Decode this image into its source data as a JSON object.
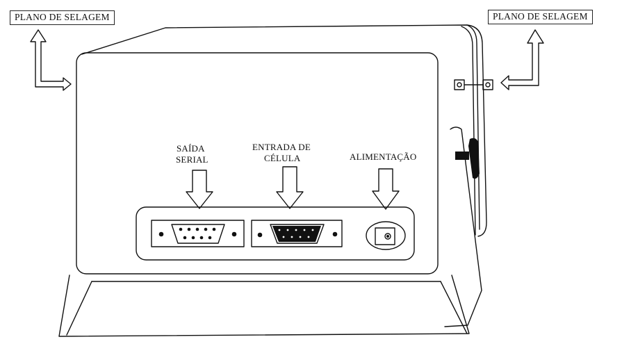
{
  "diagram": {
    "sealing_left": "PLANO DE  SELAGEM",
    "sealing_right": "PLANO DE  SELAGEM",
    "serial_output_line1": "SAÍDA",
    "serial_output_line2": "SERIAL",
    "cell_input_line1": "ENTRADA DE",
    "cell_input_line2": "CÉLULA",
    "power": "ALIMENTAÇÃO"
  },
  "colors": {
    "ink": "#111111",
    "paper": "#ffffff"
  }
}
